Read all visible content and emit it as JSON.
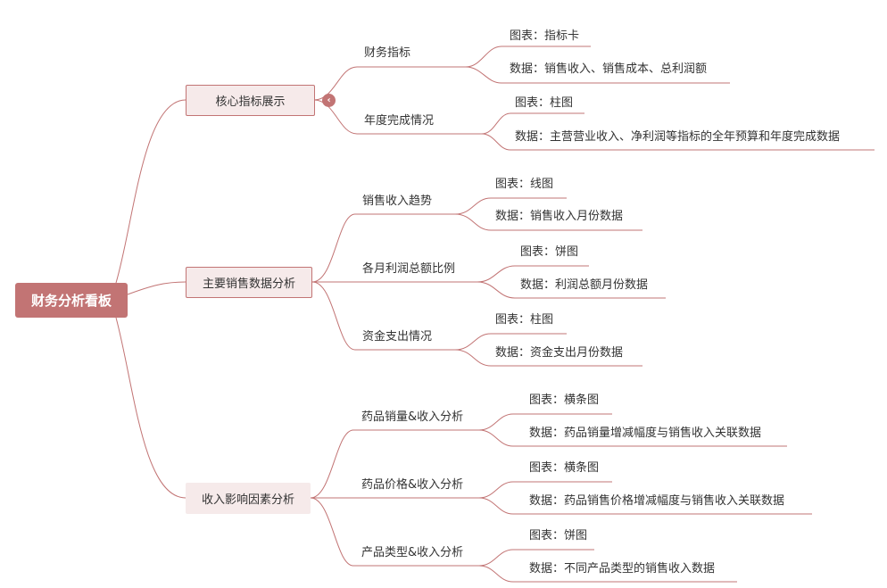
{
  "root": "财务分析看板",
  "branches": [
    {
      "label": "核心指标展示",
      "topics": [
        {
          "label": "财务指标",
          "chart": "图表：指标卡",
          "data": "数据：销售收入、销售成本、总利润额"
        },
        {
          "label": "年度完成情况",
          "chart": "图表：柱图",
          "data": "数据：主营营业收入、净利润等指标的全年预算和年度完成数据"
        }
      ]
    },
    {
      "label": "主要销售数据分析",
      "topics": [
        {
          "label": "销售收入趋势",
          "chart": "图表：线图",
          "data": "数据：销售收入月份数据"
        },
        {
          "label": "各月利润总额比例",
          "chart": "图表：饼图",
          "data": "数据：利润总额月份数据"
        },
        {
          "label": "资金支出情况",
          "chart": "图表：柱图",
          "data": "数据：资金支出月份数据"
        }
      ]
    },
    {
      "label": "收入影响因素分析",
      "topics": [
        {
          "label": "药品销量&收入分析",
          "chart": "图表：横条图",
          "data": "数据：药品销量增减幅度与销售收入关联数据"
        },
        {
          "label": "药品价格&收入分析",
          "chart": "图表：横条图",
          "data": "数据：药品销售价格增减幅度与销售收入关联数据"
        },
        {
          "label": "产品类型&收入分析",
          "chart": "图表：饼图",
          "data": "数据：不同产品类型的销售收入数据"
        }
      ]
    }
  ],
  "colors": {
    "accent": "#c27474",
    "branch_fill": "#f6eaea",
    "line": "#c27474",
    "text": "#333333"
  },
  "collapse_icon": "chevron-left-icon",
  "collapse_glyph": "‹"
}
